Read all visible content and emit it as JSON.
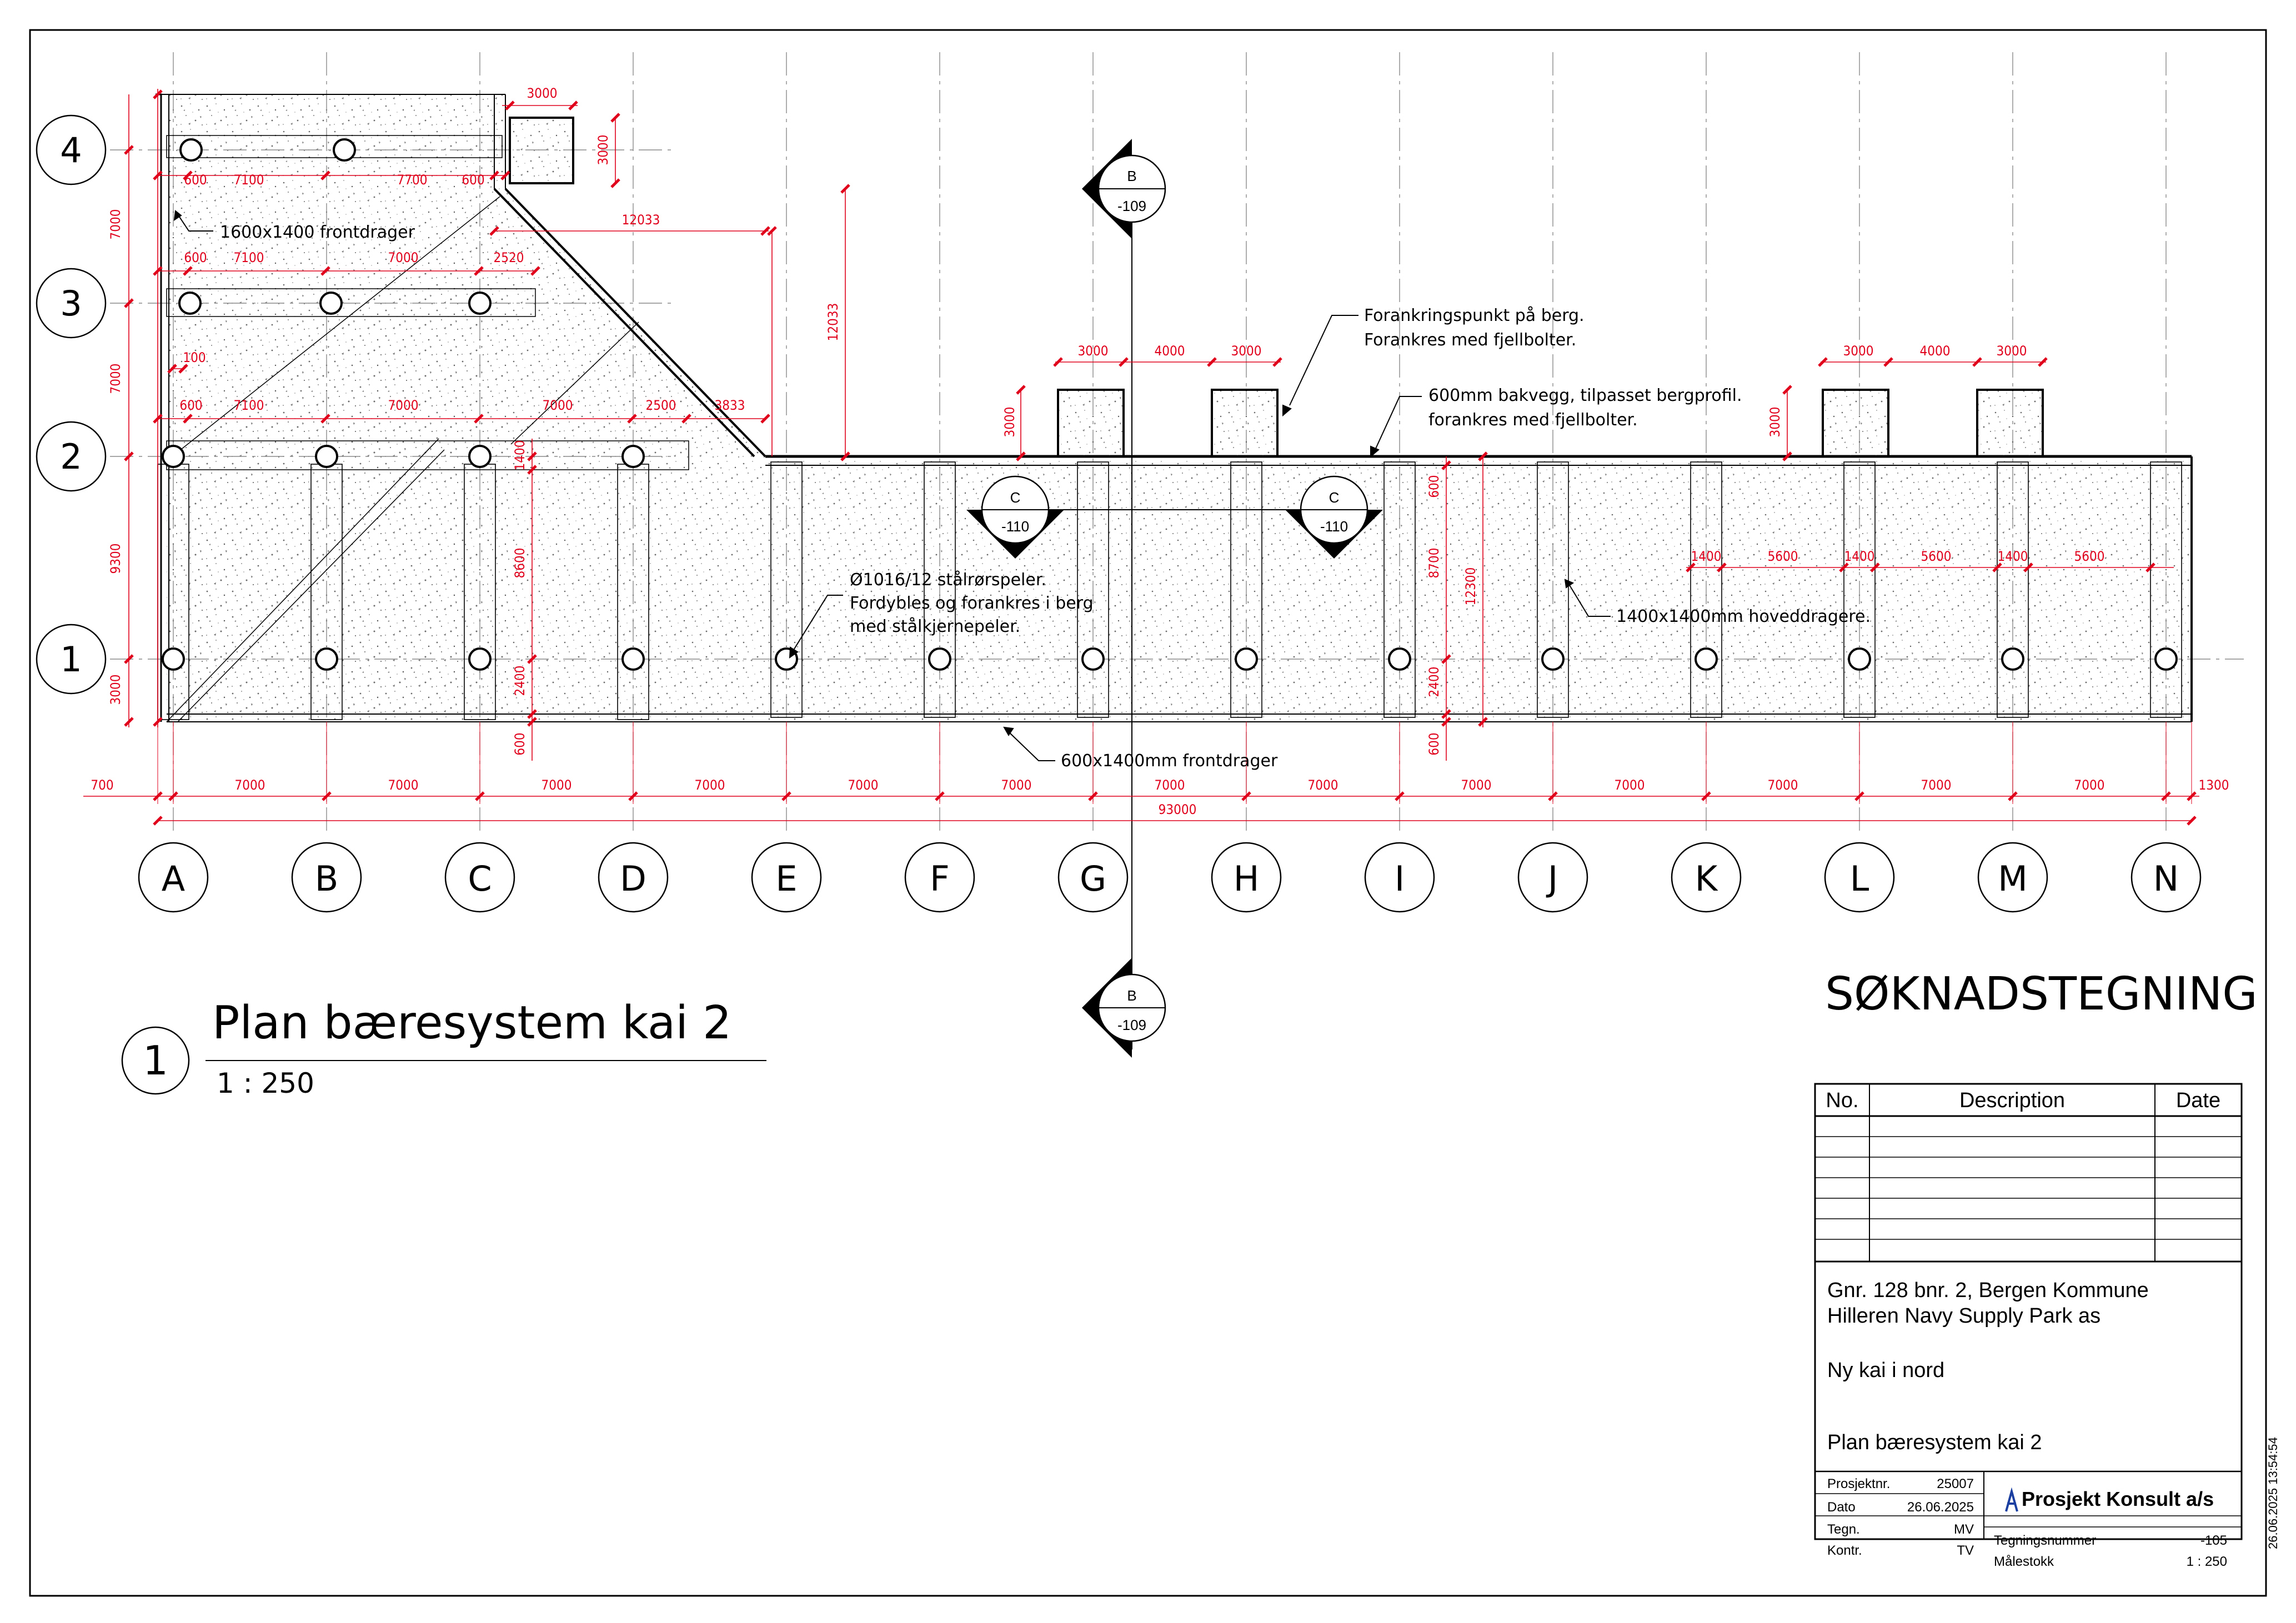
{
  "grid": {
    "columns": [
      "A",
      "B",
      "C",
      "D",
      "E",
      "F",
      "G",
      "H",
      "I",
      "J",
      "K",
      "L",
      "M",
      "N"
    ],
    "rows": [
      "1",
      "2",
      "3",
      "4"
    ]
  },
  "dims": {
    "bottom_spans": [
      "7000",
      "7000",
      "7000",
      "7000",
      "7000",
      "7000",
      "7000",
      "7000",
      "7000",
      "7000",
      "7000",
      "7000",
      "7000"
    ],
    "left_overhang": "700",
    "right_overhang": "1300",
    "total_length": "93000",
    "left_vertical": [
      "7000",
      "7000",
      "9300",
      "3000"
    ],
    "row4": [
      "600",
      "7100",
      "7700",
      "600"
    ],
    "row3": [
      "600",
      "7100",
      "7000",
      "2520"
    ],
    "row2": [
      "600",
      "7100",
      "7000",
      "7000",
      "2500",
      "3833"
    ],
    "inner_100": "100",
    "box_top_w": "3000",
    "box_top_h": "3000",
    "diag_w": "12033",
    "diag_h": "12033",
    "anchor_left": [
      "3000",
      "4000",
      "3000"
    ],
    "anchor_right": [
      "3000",
      "4000",
      "3000"
    ],
    "anchor_h_left": "3000",
    "anchor_h_right": "3000",
    "col_d_vertical": [
      "1400",
      "8600",
      "2400",
      "600"
    ],
    "col_i_vertical": [
      "600",
      "8700",
      "2400",
      "600"
    ],
    "depth_12300": "12300",
    "beams_right": [
      "1400",
      "5600",
      "1400",
      "5600",
      "1400",
      "5600"
    ]
  },
  "labels": {
    "frontdrager_1600": "1600x1400 frontdrager",
    "anchor_note_1": "Forankringspunkt på berg.",
    "anchor_note_2": "Forankres med fjellbolter.",
    "bakvegg_1": "600mm bakvegg, tilpasset bergprofil.",
    "bakvegg_2": "forankres med fjellbolter.",
    "piles_1": "Ø1016/12 stålrørspeler.",
    "piles_2": "Fordybles og forankres i berg",
    "piles_3": "med stålkjernepeler.",
    "hoveddragere": "1400x1400mm hoveddragere.",
    "frontdrager_600": "600x1400mm frontdrager"
  },
  "sections": {
    "b_letter": "B",
    "b_ref": "-109",
    "c_letter": "C",
    "c_ref": "-110"
  },
  "view": {
    "number": "1",
    "title": "Plan bæresystem kai 2",
    "scale": "1 : 250"
  },
  "stamp": "SØKNADSTEGNING",
  "revision_table": {
    "headers": [
      "No.",
      "Description",
      "Date"
    ]
  },
  "title_block": {
    "line1": "Gnr. 128 bnr. 2, Bergen Kommune",
    "line2": "Hilleren Navy Supply Park as",
    "line3": "Ny kai i nord",
    "line4": "Plan bæresystem kai 2",
    "prosjektnr_label": "Prosjektnr.",
    "prosjektnr": "25007",
    "dato_label": "Dato",
    "dato": "26.06.2025",
    "tegn_label": "Tegn.",
    "tegn": "MV",
    "kontr_label": "Kontr.",
    "kontr": "TV",
    "company": "Prosjekt Konsult a/s",
    "tegningsnummer_label": "Tegningsnummer",
    "tegningsnummer": "-105",
    "malestokk_label": "Målestokk",
    "malestokk": "1 : 250"
  },
  "timestamp": "26.06.2025 13:54:54",
  "colors": {
    "dimension": "#e0001b",
    "line": "#000000",
    "grid": "#8a8a8a"
  }
}
